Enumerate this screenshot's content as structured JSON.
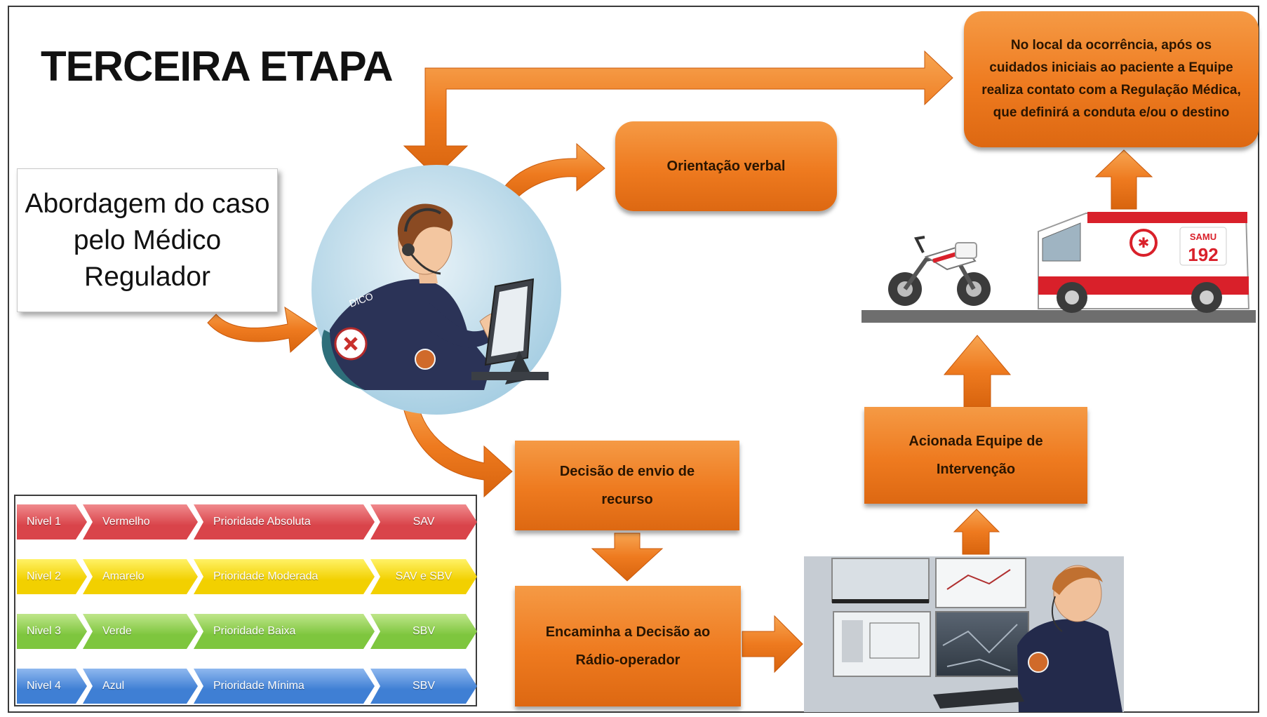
{
  "title": "TERCEIRA ETAPA",
  "boxes": {
    "abordagem": "Abordagem do caso pelo Médico Regulador",
    "orientacao": "Orientação verbal",
    "local_ocorrencia": "No local da ocorrência, após os cuidados iniciais ao paciente a Equipe realiza contato com a Regulação Médica, que definirá a conduta e/ou o destino",
    "decisao_envio": "Decisão de envio de recurso",
    "encaminha": "Encaminha a Decisão ao Rádio-operador",
    "acionada": "Acionada Equipe de Intervenção"
  },
  "ambulance": {
    "brand": "SAMU",
    "number": "192"
  },
  "regulador_badge": "DICO",
  "legend": {
    "rows": [
      {
        "nivel": "Nivel 1",
        "cor": "Vermelho",
        "prioridade": "Prioridade Absoluta",
        "suporte": "SAV",
        "color": "#d9444a",
        "color_light": "#f08a8d"
      },
      {
        "nivel": "Nivel 2",
        "cor": "Amarelo",
        "prioridade": "Prioridade Moderada",
        "suporte": "SAV e SBV",
        "color": "#f2d000",
        "color_light": "#fff266"
      },
      {
        "nivel": "Nivel 3",
        "cor": "Verde",
        "prioridade": "Prioridade Baixa",
        "suporte": "SBV",
        "color": "#7ec63e",
        "color_light": "#bfe68a"
      },
      {
        "nivel": "Nivel 4",
        "cor": "Azul",
        "prioridade": "Prioridade Mínima",
        "suporte": "SBV",
        "color": "#3f7fd4",
        "color_light": "#8fb8ef"
      }
    ]
  },
  "colors": {
    "orange": "#ee7a1f",
    "orange_dark": "#d9650f",
    "ambulance_red": "#d9202a"
  }
}
